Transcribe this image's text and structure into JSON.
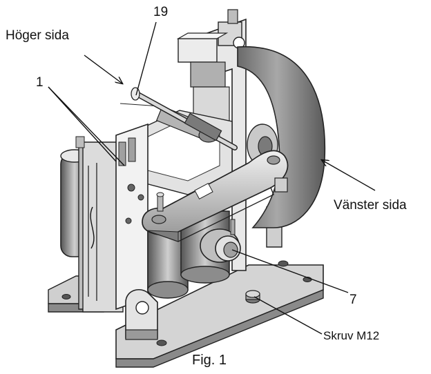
{
  "figure": {
    "caption": "Fig. 1",
    "callouts": {
      "hoger_sida": "Höger sida",
      "nr_19": "19",
      "nr_1": "1",
      "vanster_sida": "Vänster sida",
      "nr_7": "7",
      "skruv": "Skruv M12"
    },
    "colors": {
      "ink": "#111111",
      "metal_light": "#e6e6e6",
      "metal_mid": "#bdbdbd",
      "metal_dark": "#7c7c7c",
      "metal_shadow": "#4a4a4a"
    }
  }
}
